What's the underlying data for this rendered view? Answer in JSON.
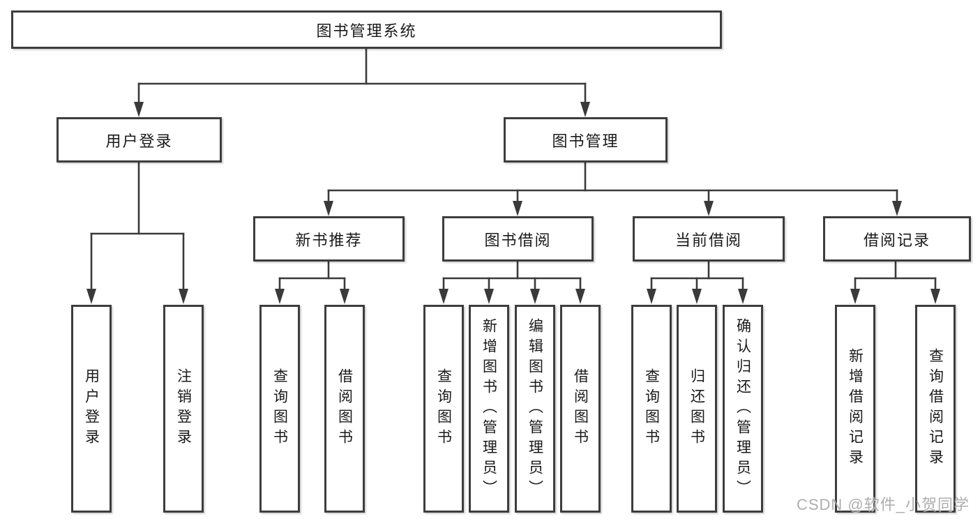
{
  "diagram": {
    "root": {
      "label": "图书管理系统"
    },
    "branches": [
      {
        "label": "用户登录",
        "leaves": [
          "用户登录",
          "注销登录"
        ]
      },
      {
        "label": "图书管理",
        "groups": [
          {
            "label": "新书推荐",
            "leaves": [
              "查询图书",
              "借阅图书"
            ]
          },
          {
            "label": "图书借阅",
            "leaves": [
              "查询图书",
              "新增图书（管理员）",
              "编辑图书（管理员）",
              "借阅图书"
            ]
          },
          {
            "label": "当前借阅",
            "leaves": [
              "查询图书",
              "归还图书",
              "确认归还（管理员）"
            ]
          },
          {
            "label": "借阅记录",
            "leaves": [
              "新增借阅记录",
              "查询借阅记录"
            ]
          }
        ]
      }
    ]
  },
  "watermark": {
    "text": "CSDN @软件_小贺同学"
  },
  "colors": {
    "line": "#3a3a3a",
    "box_border": "#3d3d3d",
    "box_fill": "#ffffff",
    "text": "#1a1a1a",
    "watermark": "#a0a0a0",
    "background": "#ffffff"
  }
}
